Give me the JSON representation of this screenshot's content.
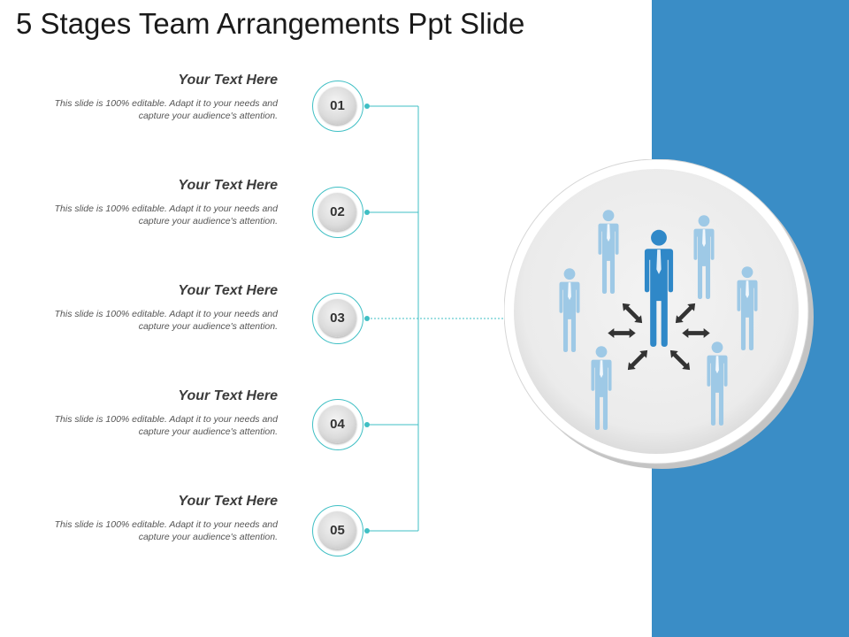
{
  "slide": {
    "title": "5 Stages Team Arrangements Ppt Slide"
  },
  "stages": [
    {
      "number": "01",
      "heading": "Your Text Here",
      "body": "This slide is 100% editable. Adapt it to your needs and capture your audience's attention."
    },
    {
      "number": "02",
      "heading": "Your Text Here",
      "body": "This slide is 100% editable. Adapt it to your needs and capture your audience's attention."
    },
    {
      "number": "03",
      "heading": "Your Text Here",
      "body": "This slide is 100% editable. Adapt it to your needs and capture your audience's attention."
    },
    {
      "number": "04",
      "heading": "Your Text Here",
      "body": "This slide is 100% editable. Adapt it to your needs and capture your audience's attention."
    },
    {
      "number": "05",
      "heading": "Your Text Here",
      "body": "This slide is 100% editable. Adapt it to your needs and capture your audience's attention."
    }
  ],
  "colors": {
    "accent_teal": "#3fbfc4",
    "band_blue": "#3a8dc6",
    "leader_blue": "#2f88c8",
    "member_blue": "#9ec9e6",
    "arrow_dark": "#333333"
  },
  "icons": {
    "center_graphic": "team-leader-with-members-icon",
    "arrows": "bidirectional-arrow-icon"
  }
}
